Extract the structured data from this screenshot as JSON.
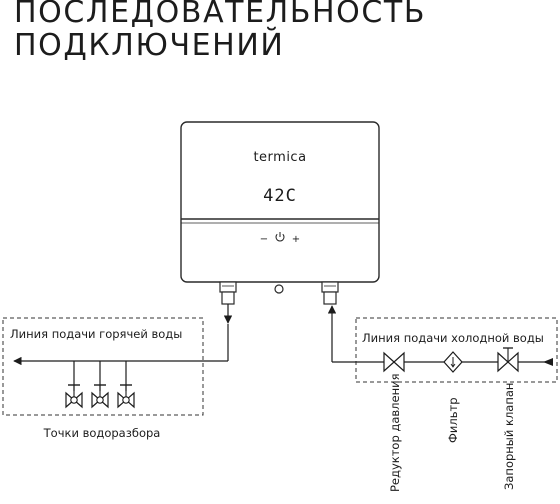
{
  "title": {
    "line1": "ПОСЛЕДОВАТЕЛЬНОСТЬ",
    "line2": "ПОДКЛЮЧЕНИЙ"
  },
  "heater": {
    "brand": "termica",
    "display": "42C",
    "minus": "−",
    "plus": "+"
  },
  "hot_line": {
    "label": "Линия подачи горячей воды",
    "points_label": "Точки водоразбора"
  },
  "cold_line": {
    "label": "Линия подачи холодной воды",
    "components": [
      "Редуктор давления",
      "Фильтр",
      "Запорный клапан"
    ]
  },
  "icons": [
    "valve-icon",
    "filter-icon",
    "shutoff-valve-icon",
    "tap-icon",
    "power-icon"
  ]
}
